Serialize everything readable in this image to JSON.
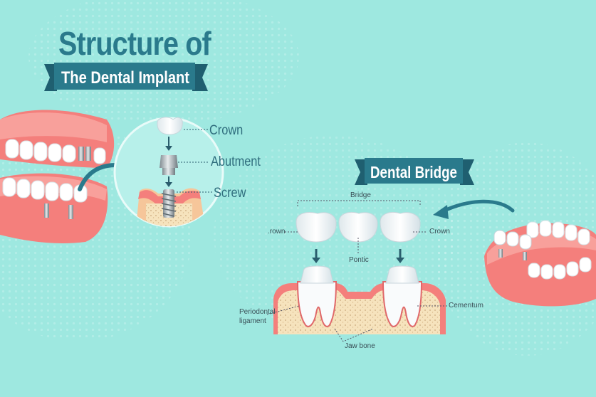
{
  "implant": {
    "title_line1": "Structure of",
    "title_line2": "The Dental Implant",
    "labels": {
      "crown": "Crown",
      "abutment": "Abutment",
      "screw": "Screw"
    }
  },
  "bridge": {
    "title": "Dental Bridge",
    "labels": {
      "bridge": "Bridge",
      "crown_left": ".rown",
      "crown_right": "Crown",
      "pontic": "Pontic",
      "cementum": "Cementum",
      "periodontal_line1": "Periodontal",
      "periodontal_line2": "ligament",
      "jaw_bone": "Jaw bone"
    }
  },
  "colors": {
    "background": "#9ee8e0",
    "teal": "#2a7a8c",
    "gum": "#f47f7c",
    "bone": "#f6e3bd"
  }
}
